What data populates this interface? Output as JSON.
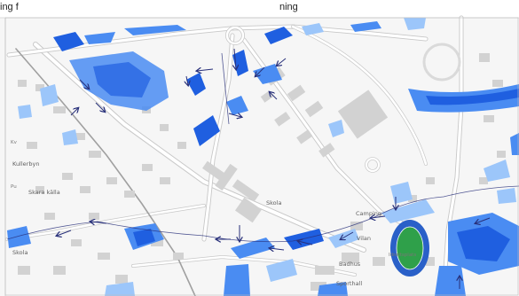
{
  "map": {
    "top_caption": "ing f",
    "top_caption_right": "ning",
    "colors": {
      "background": "#f6f6f6",
      "building": "#d2d2d2",
      "road": "#ffffff",
      "road_casing": "#c8c8c8",
      "rail": "#a0a0a0",
      "water_deep": "#1f5fe0",
      "water_mid": "#4a8cf2",
      "water_light": "#9cc6fa",
      "flow_arrow": "#28307a",
      "track": "#2a60c8",
      "field": "#2fa04a"
    },
    "labels": {
      "kullerbyn": "Kullerbyn",
      "skara_kalla": "Skara källa",
      "skola_center": "Skola",
      "skola_left": "Skola",
      "camping": "Camping",
      "vilan": "Vilan",
      "idrottsplats": "Idrottsplats",
      "badhus": "Badhus",
      "sporthall": "Sporthall",
      "small_left_1": "Kv",
      "small_left_2": "Pu"
    },
    "icons": {
      "flow": "flow-direction-arrow-icon"
    }
  }
}
